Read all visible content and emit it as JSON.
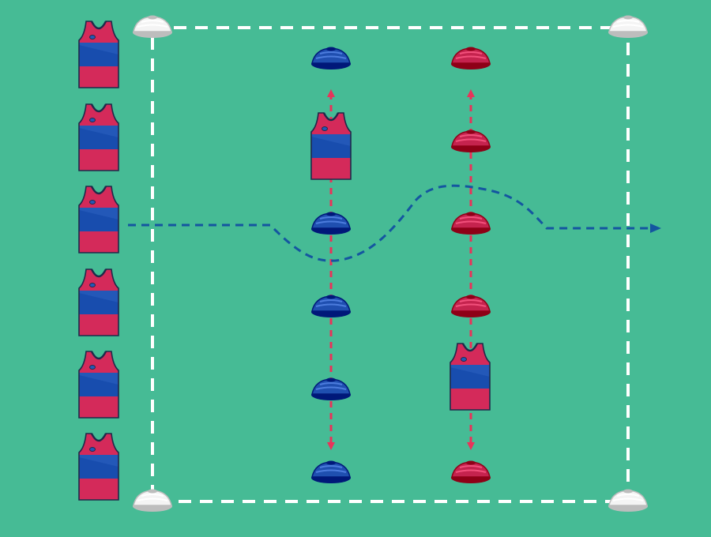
{
  "diagram": {
    "type": "football-drill",
    "background_color": "#46BB95",
    "boundary_line_color": "#FFFFFF",
    "run_path_color": "#1456A0",
    "lane_arrow_color": "#E8335A",
    "jersey_colors": {
      "top": "#D42A5A",
      "middle": "#2358B8",
      "bottom": "#D42A5A",
      "outline": "#1E2A4A"
    },
    "cone_colors": {
      "white": "#F4F4F4",
      "blue": "#1F4FB0",
      "red": "#C5234E"
    },
    "boundary_cones": 4,
    "queue_players": 6,
    "blue_lane_cones": 5,
    "red_lane_cones": 5,
    "lane_players": 2
  }
}
